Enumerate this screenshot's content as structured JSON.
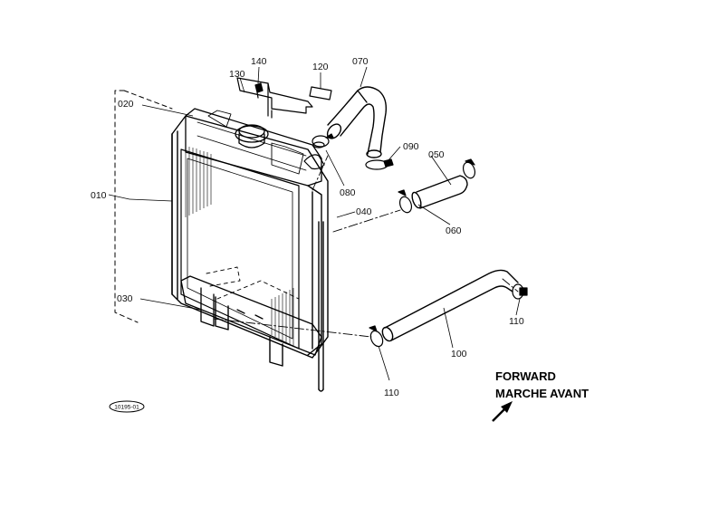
{
  "diagram": {
    "parts": [
      {
        "id": "p010",
        "label": "010"
      },
      {
        "id": "p020",
        "label": "020"
      },
      {
        "id": "p030",
        "label": "030"
      },
      {
        "id": "p040",
        "label": "040"
      },
      {
        "id": "p050",
        "label": "050"
      },
      {
        "id": "p060",
        "label": "060"
      },
      {
        "id": "p070",
        "label": "070"
      },
      {
        "id": "p080",
        "label": "080"
      },
      {
        "id": "p090",
        "label": "090"
      },
      {
        "id": "p100",
        "label": "100"
      },
      {
        "id": "p110a",
        "label": "110"
      },
      {
        "id": "p110b",
        "label": "110"
      },
      {
        "id": "p120",
        "label": "120"
      },
      {
        "id": "p130",
        "label": "130"
      },
      {
        "id": "p140",
        "label": "140"
      }
    ],
    "direction": {
      "line1": "FORWARD",
      "line2": "MARCHE AVANT"
    },
    "reference_code": "10195-01"
  }
}
